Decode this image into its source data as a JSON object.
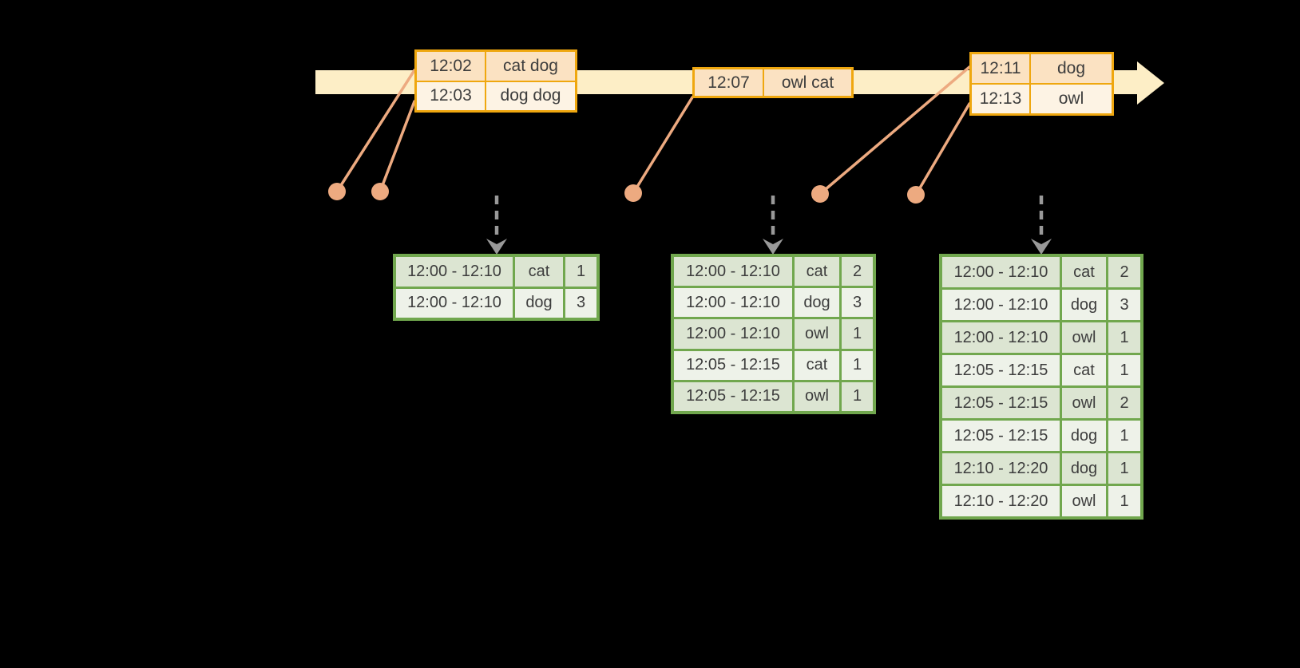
{
  "palette": {
    "background": "#000000",
    "timeline_fill": "#fdeec6",
    "event_table_border": "#efa70f",
    "event_row_dark": "#fbe2c2",
    "event_row_light": "#fdf3e4",
    "connector_salmon": "#edaa80",
    "trigger_arrow_gray": "#999999",
    "result_table_border": "#71a74e",
    "result_row_dark": "#dce5d2",
    "result_row_light": "#eef2e9",
    "text": "#3d3d3d"
  },
  "event_tables": [
    {
      "rows": [
        {
          "time": "12:02",
          "words": "cat dog"
        },
        {
          "time": "12:03",
          "words": "dog dog"
        }
      ]
    },
    {
      "rows": [
        {
          "time": "12:07",
          "words": "owl cat"
        }
      ]
    },
    {
      "rows": [
        {
          "time": "12:11",
          "words": "dog"
        },
        {
          "time": "12:13",
          "words": "owl"
        }
      ]
    }
  ],
  "result_tables": [
    {
      "rows": [
        {
          "window": "12:00 - 12:10",
          "word": "cat",
          "count": "1"
        },
        {
          "window": "12:00 - 12:10",
          "word": "dog",
          "count": "3"
        }
      ]
    },
    {
      "rows": [
        {
          "window": "12:00 - 12:10",
          "word": "cat",
          "count": "2"
        },
        {
          "window": "12:00 - 12:10",
          "word": "dog",
          "count": "3"
        },
        {
          "window": "12:00 - 12:10",
          "word": "owl",
          "count": "1"
        },
        {
          "window": "12:05 - 12:15",
          "word": "cat",
          "count": "1"
        },
        {
          "window": "12:05 - 12:15",
          "word": "owl",
          "count": "1"
        }
      ]
    },
    {
      "rows": [
        {
          "window": "12:00 - 12:10",
          "word": "cat",
          "count": "2"
        },
        {
          "window": "12:00 - 12:10",
          "word": "dog",
          "count": "3"
        },
        {
          "window": "12:00 - 12:10",
          "word": "owl",
          "count": "1"
        },
        {
          "window": "12:05 - 12:15",
          "word": "cat",
          "count": "1"
        },
        {
          "window": "12:05 - 12:15",
          "word": "owl",
          "count": "2"
        },
        {
          "window": "12:05 - 12:15",
          "word": "dog",
          "count": "1"
        },
        {
          "window": "12:10 - 12:20",
          "word": "dog",
          "count": "1"
        },
        {
          "window": "12:10 - 12:20",
          "word": "owl",
          "count": "1"
        }
      ]
    }
  ]
}
